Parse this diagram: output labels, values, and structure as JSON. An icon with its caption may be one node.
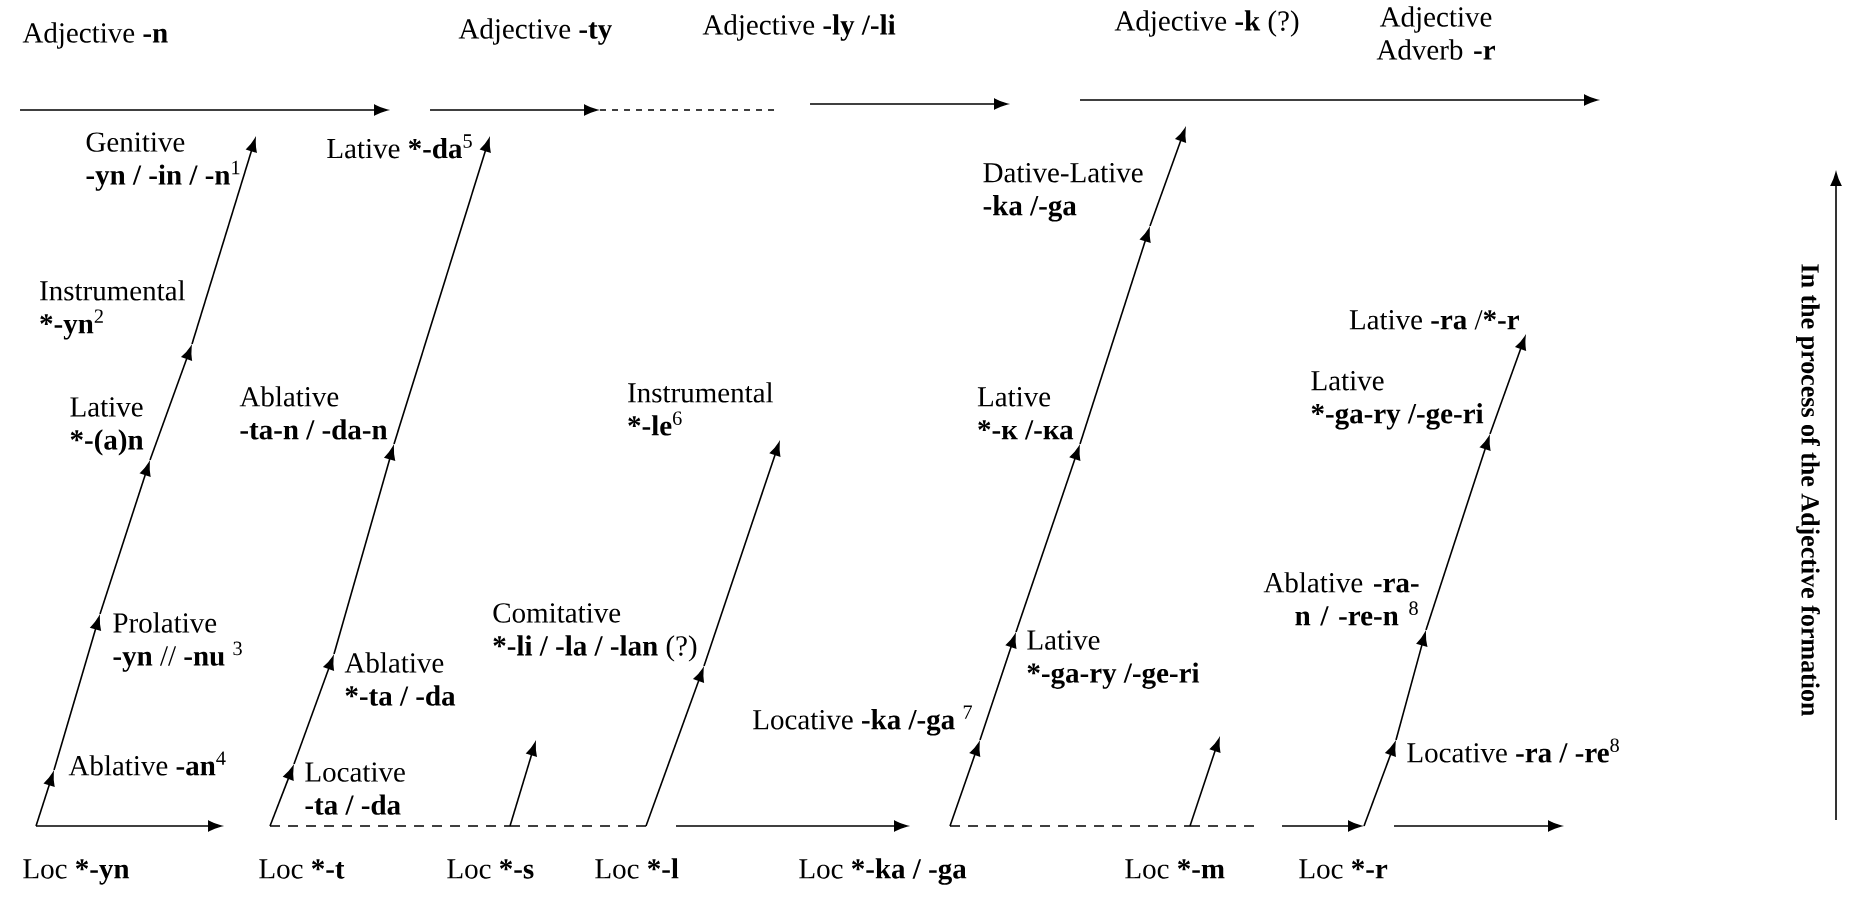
{
  "diagram": {
    "nodes": [
      {
        "text": [
          "Adjective **-n**"
        ]
      },
      {
        "text": [
          "Adjective **-ty**"
        ]
      },
      {
        "text": [
          "Adjective **-ly /-li**"
        ]
      },
      {
        "text": [
          "Adjective **-k** (?)"
        ]
      },
      {
        "text": [
          "Adjective Adverb **-r**"
        ]
      },
      {
        "text": [
          "Loc ***-yn**"
        ]
      },
      {
        "text": [
          "Ablative **-an**$^{4}$"
        ]
      },
      {
        "text": [
          "Prolative",
          "**-yn**  // **-nu** $^{3}$"
        ]
      },
      {
        "text": [
          "Lative",
          "***-(a)n**"
        ]
      },
      {
        "text": [
          "Instrumental",
          "***-yn**$^{2}$"
        ]
      },
      {
        "text": [
          "Genitive",
          "**-yn / -in / -n**$^{1}$"
        ]
      },
      {
        "text": [
          "Loc ***-t**"
        ]
      },
      {
        "text": [
          "Locative",
          "**-ta / -da**"
        ]
      },
      {
        "text": [
          "Ablative",
          "***-ta / -da**"
        ]
      },
      {
        "text": [
          "Ablative",
          "**-ta-n / -da-n**"
        ]
      },
      {
        "text": [
          "Lative ***-da**$^{5}$"
        ]
      },
      {
        "text": [
          "Loc ***-s**"
        ]
      },
      {
        "text": [
          "Loc ***-l**"
        ]
      },
      {
        "text": [
          "Comitative",
          "***-li / -la / -lan** (?)"
        ]
      },
      {
        "text": [
          "Instrumental",
          "***-le**$^{6}$"
        ]
      },
      {
        "text": [
          "Loc ***-ka / -ga**"
        ]
      },
      {
        "text": [
          "Locative **-ka /-ga** $^{7}$"
        ]
      },
      {
        "text": [
          "Lative",
          "***-ga-ry /-ge-ri**"
        ]
      },
      {
        "text": [
          "Lative",
          "***-к /-ка**"
        ]
      },
      {
        "text": [
          "Dative-Lative",
          "**-ka /-ga**"
        ]
      },
      {
        "text": [
          "Loc ***-m**"
        ]
      },
      {
        "text": [
          "Loc ***-r**"
        ]
      },
      {
        "text": [
          "Locative **-ra / -re**$^{8}$"
        ]
      },
      {
        "text": [
          "Ablative **-ra-n / -re-n** $^{8}$"
        ]
      },
      {
        "text": [
          "Lative",
          "***-ga-ry /-ge-ri**"
        ]
      },
      {
        "text": [
          "Lative **-ra** /***-r**"
        ]
      }
    ],
    "edges": [
      {
        "from": 5,
        "to": 6,
        "arrow": "to"
      },
      {
        "from": 6,
        "to": 7,
        "arrow": "to"
      },
      {
        "from": 7,
        "to": 8,
        "arrow": "to"
      },
      {
        "from": 8,
        "to": 9,
        "arrow": "to"
      },
      {
        "from": 9,
        "to": 10,
        "arrow": "to"
      },
      {
        "from": 11,
        "to": 12,
        "arrow": "to"
      },
      {
        "from": 12,
        "to": 13,
        "arrow": "to"
      },
      {
        "from": 13,
        "to": 14,
        "arrow": "to"
      },
      {
        "from": 14,
        "to": 15,
        "arrow": "to"
      },
      {
        "from": 16,
        "to": null,
        "arrow": "to"
      },
      {
        "from": 17,
        "to": 18,
        "arrow": "to"
      },
      {
        "from": 18,
        "to": 19,
        "arrow": "to"
      },
      {
        "from": 20,
        "to": 21,
        "arrow": "to"
      },
      {
        "from": 21,
        "to": 22,
        "arrow": "to"
      },
      {
        "from": 22,
        "to": 23,
        "arrow": "to"
      },
      {
        "from": 23,
        "to": 24,
        "arrow": "to"
      },
      {
        "from": 24,
        "to": null,
        "arrow": "to"
      },
      {
        "from": 25,
        "to": null,
        "arrow": "to"
      },
      {
        "from": 26,
        "to": 27,
        "arrow": "to"
      },
      {
        "from": 27,
        "to": 28,
        "arrow": "to"
      },
      {
        "from": 28,
        "to": 29,
        "arrow": "to"
      },
      {
        "from": 29,
        "to": 30,
        "arrow": "to"
      },
      {
        "from": 5,
        "to": null,
        "arrow": "to"
      },
      {
        "from": 11,
        "to": 16,
        "arrow": "none",
        "style": "dashed"
      },
      {
        "from": 16,
        "to": 17,
        "arrow": "none",
        "style": "dashed"
      },
      {
        "from": 17,
        "to": 20,
        "arrow": "to"
      },
      {
        "from": 20,
        "to": 25,
        "arrow": "none",
        "style": "dashed"
      },
      {
        "from": 25,
        "to": 26,
        "arrow": "to",
        "style": "dashed"
      },
      {
        "from": 26,
        "to": null,
        "arrow": "to"
      }
    ],
    "labels": [
      "In the process of the Adjective formation"
    ]
  }
}
